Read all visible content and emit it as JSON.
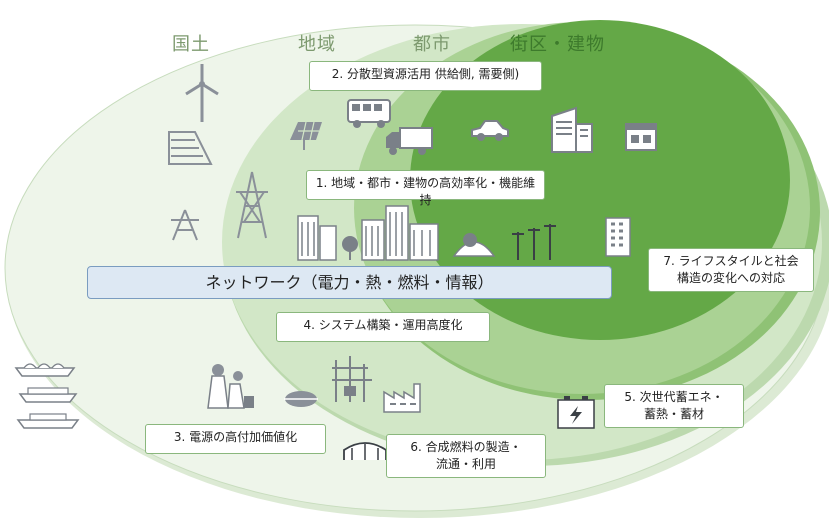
{
  "scales": {
    "national": "国土",
    "regional": "地域",
    "urban": "都市",
    "district": "街区・建物"
  },
  "labels": {
    "item1": "1. 地域・都市・建物の高効率化・機能維持",
    "item2": "2. 分散型資源活用 供給側, 需要側)",
    "item3": "3. 電源の高付加価値化",
    "item4": "4. システム構築・運用高度化",
    "item5_line1": "5. 次世代蓄エネ・",
    "item5_line2": "蓄熱・蓄材",
    "item6_line1": "6. 合成燃料の製造・",
    "item6_line2": "流通・利用",
    "item7_line1": "7. ライフスタイルと社会",
    "item7_line2": "構造の変化への対応",
    "network": "ネットワーク（電力・熱・燃料・情報）"
  },
  "colors": {
    "ring_outer": "#e9f2e4",
    "ring_2": "#cfe4c4",
    "ring_3": "#a9d195",
    "ring_inner": "#6aab4d",
    "network_fill": "#dde8f3",
    "network_border": "#7a9cc0",
    "box_border": "#8ab77d",
    "icon_gray": "#8a9099"
  },
  "icons": [
    "wind-turbine-icon",
    "dam-icon",
    "transmission-tower-icon",
    "solar-panel-icon",
    "bus-icon",
    "truck-icon",
    "car-icon",
    "house-icon",
    "shop-icon",
    "office-buildings-icon",
    "building-icon",
    "power-plant-icon",
    "pipeline-icon",
    "substation-icon",
    "factory-icon",
    "battery-icon",
    "tanker-ship-icon",
    "storage-dome-icon",
    "utility-pole-icon"
  ]
}
